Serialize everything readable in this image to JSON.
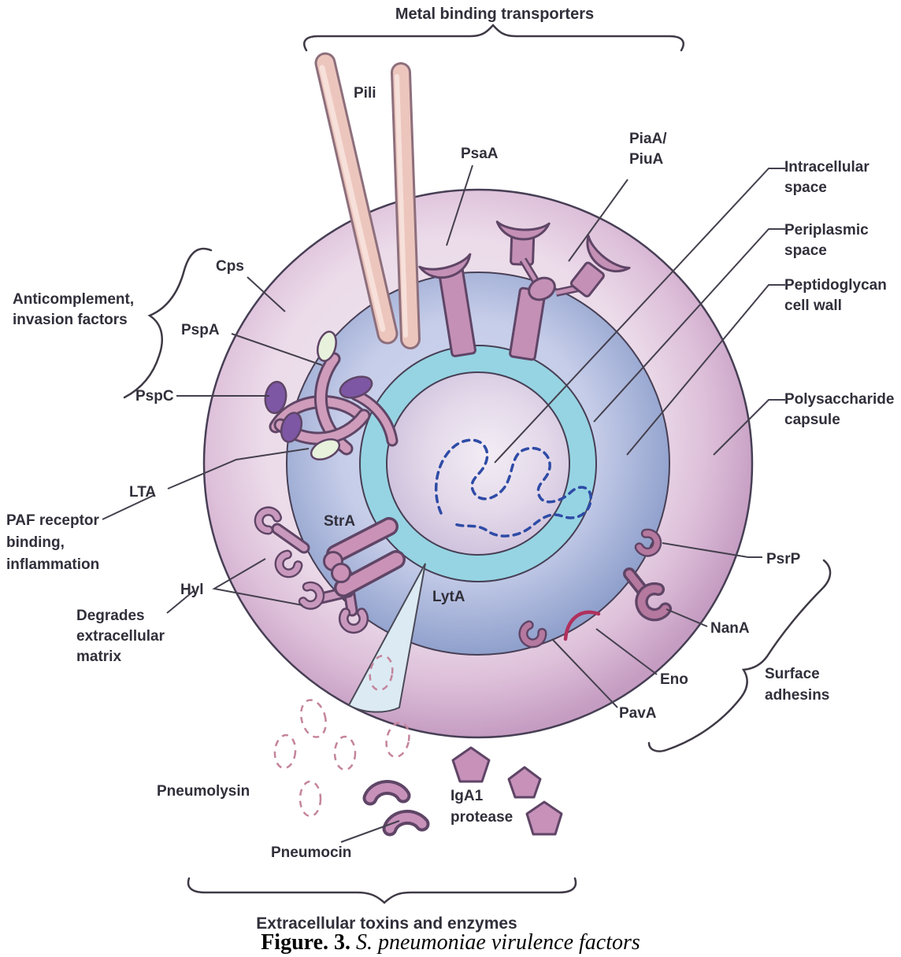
{
  "figure": {
    "caption_prefix": "Figure. 3.",
    "caption_text": " S. pneumoniae virulence factors"
  },
  "groups": {
    "metal_binding": "Metal binding transporters",
    "anticomplement": "Anticomplement,\ninvasion factors",
    "paf": "PAF receptor\nbinding,\ninflammation",
    "degrades": "Degrades\nextracellular\nmatrix",
    "surface_adhesins": "Surface\nadhesins",
    "extracellular_toxins": "Extracellular toxins and enzymes"
  },
  "cell_layers": {
    "intracellular": "Intracellular\nspace",
    "periplasmic": "Periplasmic\nspace",
    "peptidoglycan": "Peptidoglycan\ncell wall",
    "polysaccharide": "Polysaccharide\ncapsule"
  },
  "factors": {
    "pili": "Pili",
    "psaA": "PsaA",
    "piaA_piuA": "PiaA/\nPiuA",
    "cps": "Cps",
    "pspA": "PspA",
    "pspC": "PspC",
    "lta": "LTA",
    "strA": "StrA",
    "hyl": "Hyl",
    "lytA": "LytA",
    "psrP": "PsrP",
    "nanA": "NanA",
    "eno": "Eno",
    "pavA": "PavA",
    "pneumolysin": "Pneumolysin",
    "iga1_protease": "IgA1\nprotease",
    "pneumocin": "Pneumocin"
  },
  "colors": {
    "capsule": "#c9a0c6",
    "cell_wall": "#93a2cd",
    "periplasm": "#8ed2e2",
    "cytoplasm": "#ded3e8",
    "protein_mauve": "#c490b6",
    "pili_pink": "#ecc6bd",
    "dna_blue": "#2e4ba6",
    "eno_crimson": "#b0305c",
    "lysis_wedge": "#dceaf3",
    "purple_accent": "#7d57a4",
    "green_accent": "#e7f1dc",
    "line": "#45404e",
    "text": "#312f3a"
  }
}
